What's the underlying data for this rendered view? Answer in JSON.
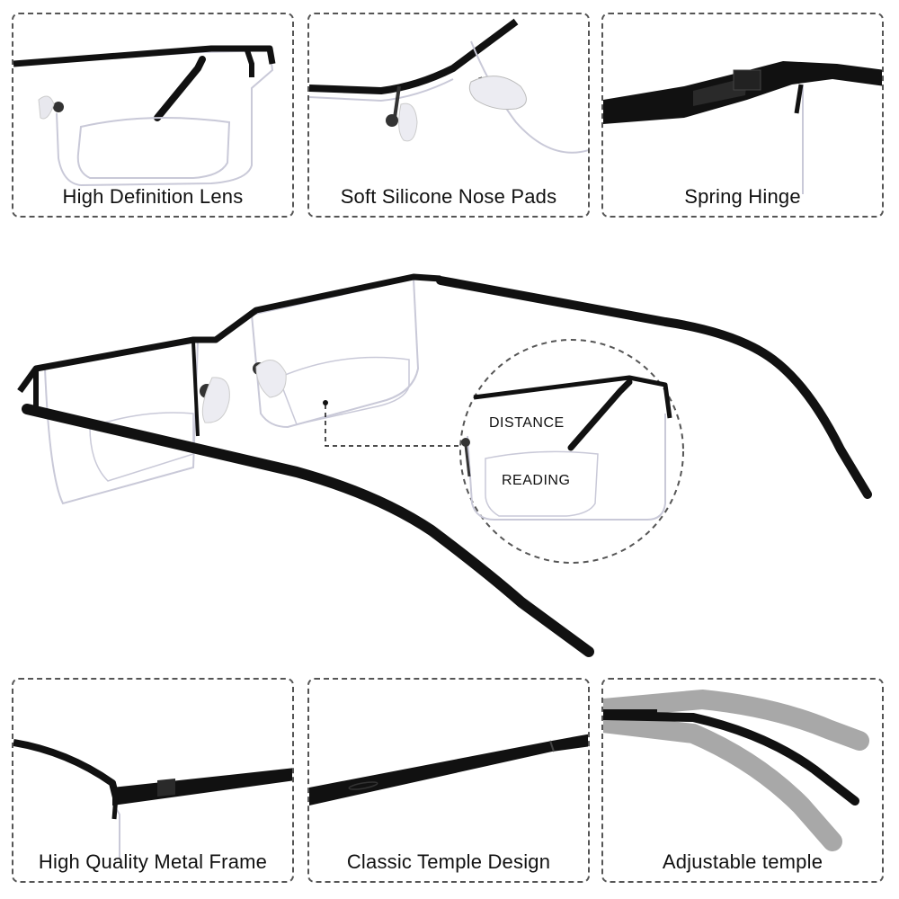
{
  "features_top": [
    {
      "caption": "High Definition Lens"
    },
    {
      "caption": "Soft Silicone Nose Pads"
    },
    {
      "caption": "Spring Hinge"
    }
  ],
  "features_bottom": [
    {
      "caption": "High Quality Metal Frame"
    },
    {
      "caption": "Classic Temple Design"
    },
    {
      "caption": "Adjustable temple"
    }
  ],
  "zoom": {
    "distance_label": "DISTANCE",
    "reading_label": "READING"
  },
  "colors": {
    "frame": "#111111",
    "border": "#555555",
    "lens_edge": "#c9c9d8",
    "ghost_temple": "#a8a8a8"
  }
}
